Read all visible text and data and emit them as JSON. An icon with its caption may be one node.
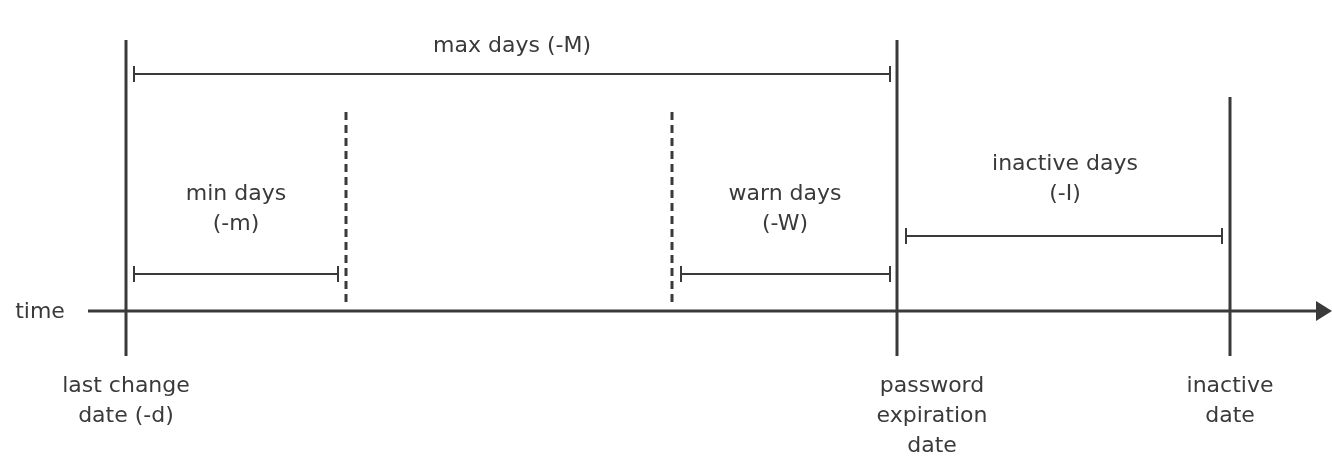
{
  "diagram": {
    "labels": [
      "max days (-M)",
      "min days (-m)",
      "warn days (-W)",
      "inactive days (-I)",
      "time",
      "last change date (-d)",
      "password expiration date",
      "inactive date"
    ]
  }
}
